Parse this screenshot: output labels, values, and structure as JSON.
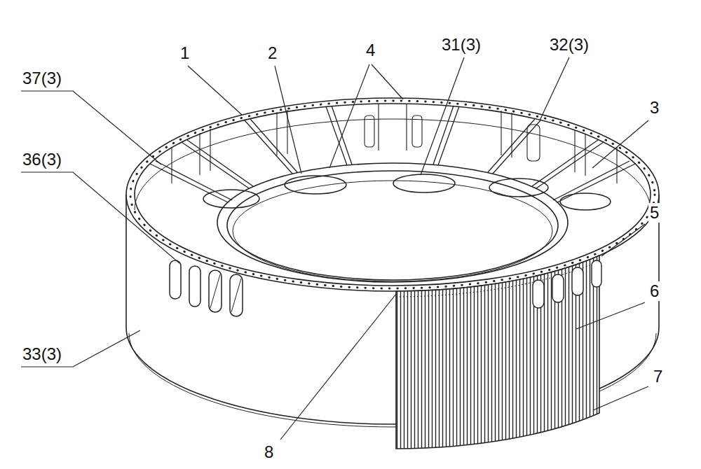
{
  "diagram": {
    "labels": [
      "1",
      "2",
      "4",
      "31(3)",
      "32(3)",
      "37(3)",
      "3",
      "36(3)",
      "5",
      "6",
      "33(3)",
      "7",
      "8"
    ]
  }
}
